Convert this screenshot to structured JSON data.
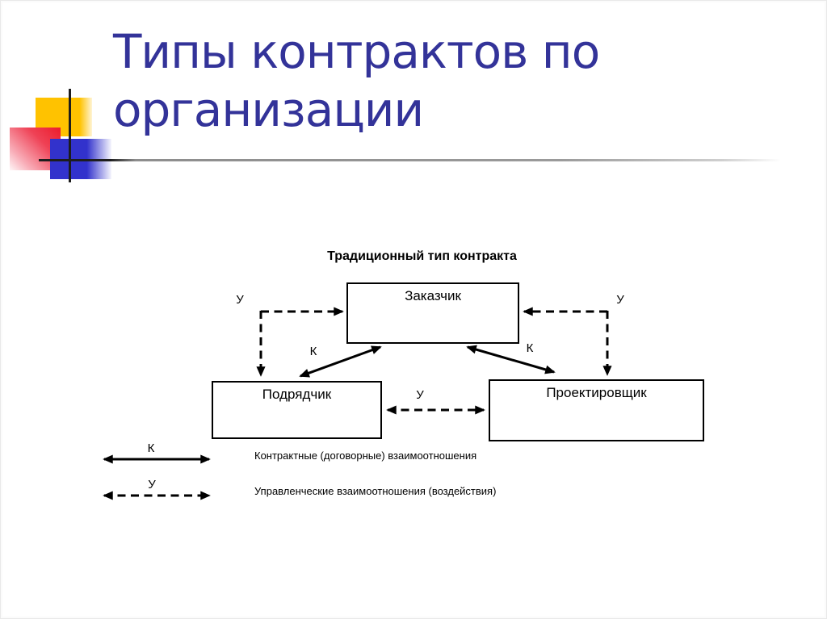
{
  "slide": {
    "title": "Типы контрактов по организации"
  },
  "diagram": {
    "title": "Традиционный тип контракта",
    "nodes": {
      "customer": "Заказчик",
      "contractor": "Подрядчик",
      "designer": "Проектировщик"
    },
    "labels": {
      "u_left": "У",
      "u_right": "У",
      "u_middle": "У",
      "k_left": "К",
      "k_right": "К"
    }
  },
  "legend": {
    "contract": {
      "symbol": "К",
      "text": "Контрактные (договорные) взаимоотношения"
    },
    "management": {
      "symbol": "У",
      "text": "Управленческие взаимоотношения (воздействия)"
    }
  },
  "colors": {
    "title_text": "#333399",
    "accent_yellow": "#FFC200",
    "accent_blue": "#3232CC",
    "accent_red": "#EC1C2C",
    "rule_gray": "#9A9A9A",
    "diagram_ink": "#000000"
  }
}
